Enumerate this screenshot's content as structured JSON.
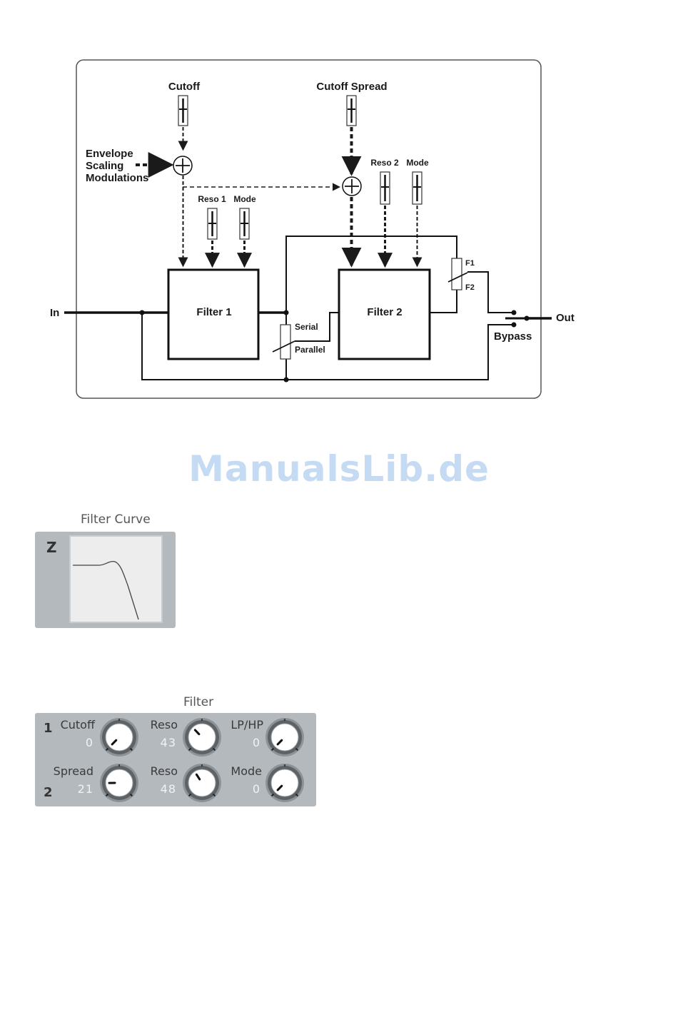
{
  "diagram": {
    "cutoff": "Cutoff",
    "cutoff_spread": "Cutoff Spread",
    "env_line1": "Envelope",
    "env_line2": "Scaling",
    "env_line3": "Modulations",
    "reso1": "Reso 1",
    "mode": "Mode",
    "reso2": "Reso 2",
    "mode2": "Mode",
    "filter1": "Filter 1",
    "filter2": "Filter 2",
    "in": "In",
    "out": "Out",
    "bypass": "Bypass",
    "serial": "Serial",
    "parallel": "Parallel",
    "f1": "F1",
    "f2": "F2"
  },
  "watermark": "ManualsLib.de",
  "filter_curve": {
    "title": "Filter Curve",
    "z_label": "Z"
  },
  "filter_panel": {
    "title": "Filter",
    "row1_num": "1",
    "row2_num": "2",
    "knobs": [
      {
        "label": "Cutoff",
        "value": "0",
        "icon": "knob-icon"
      },
      {
        "label": "Reso",
        "value": "43",
        "icon": "knob-icon"
      },
      {
        "label": "LP/HP",
        "value": "0",
        "icon": "knob-icon"
      },
      {
        "label": "Spread",
        "value": "21",
        "icon": "knob-icon"
      },
      {
        "label": "Reso",
        "value": "48",
        "icon": "knob-icon"
      },
      {
        "label": "Mode",
        "value": "0",
        "icon": "knob-icon"
      }
    ]
  }
}
